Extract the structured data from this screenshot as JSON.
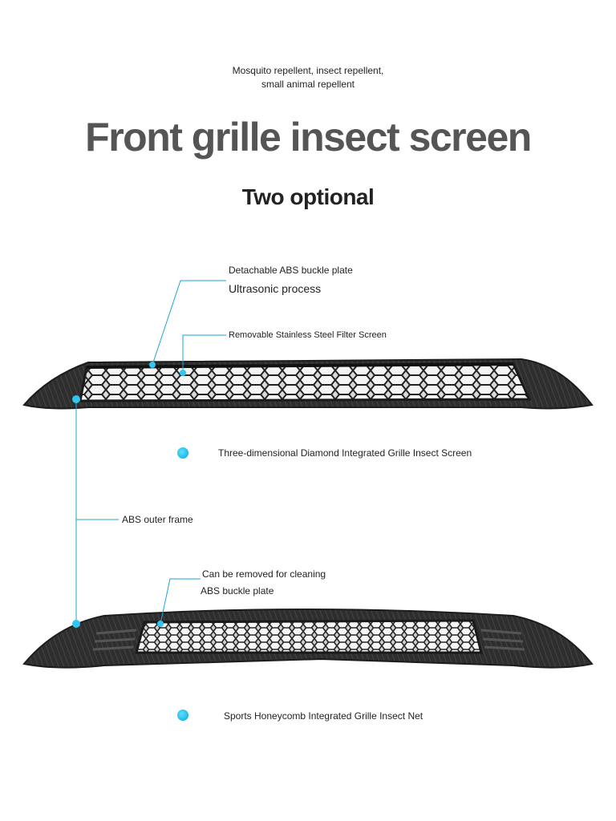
{
  "header": {
    "tagline": "Mosquito repellent, insect repellent, small animal repellent",
    "title": "Front grille insect screen",
    "subtitle": "Two optional"
  },
  "product_1": {
    "callouts": {
      "buckle_plate": "Detachable ABS buckle plate",
      "process": "Ultrasonic process",
      "filter": "Removable Stainless Steel Filter Screen"
    },
    "caption": "Three-dimensional Diamond Integrated Grille Insect Screen"
  },
  "shared": {
    "outer_frame": "ABS outer frame"
  },
  "product_2": {
    "callouts": {
      "cleaning": "Can be removed for cleaning",
      "buckle_plate": "ABS buckle plate"
    },
    "caption": "Sports Honeycomb Integrated Grille Insect Net"
  },
  "colors": {
    "accent": "#1aa6d6",
    "title_gray": "#555555",
    "grille_dark": "#2b2b2b"
  }
}
